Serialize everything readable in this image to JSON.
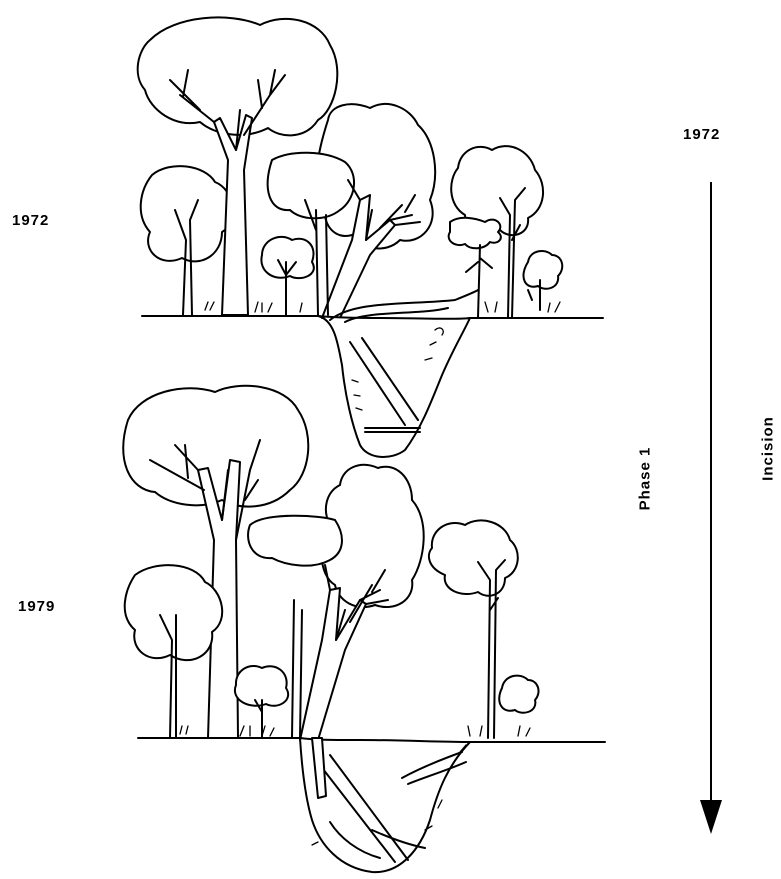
{
  "labels": {
    "year_top": "1972",
    "year_bottom": "1979",
    "timeline_start": "1972",
    "phase": "Phase 1",
    "process": "Incision"
  }
}
